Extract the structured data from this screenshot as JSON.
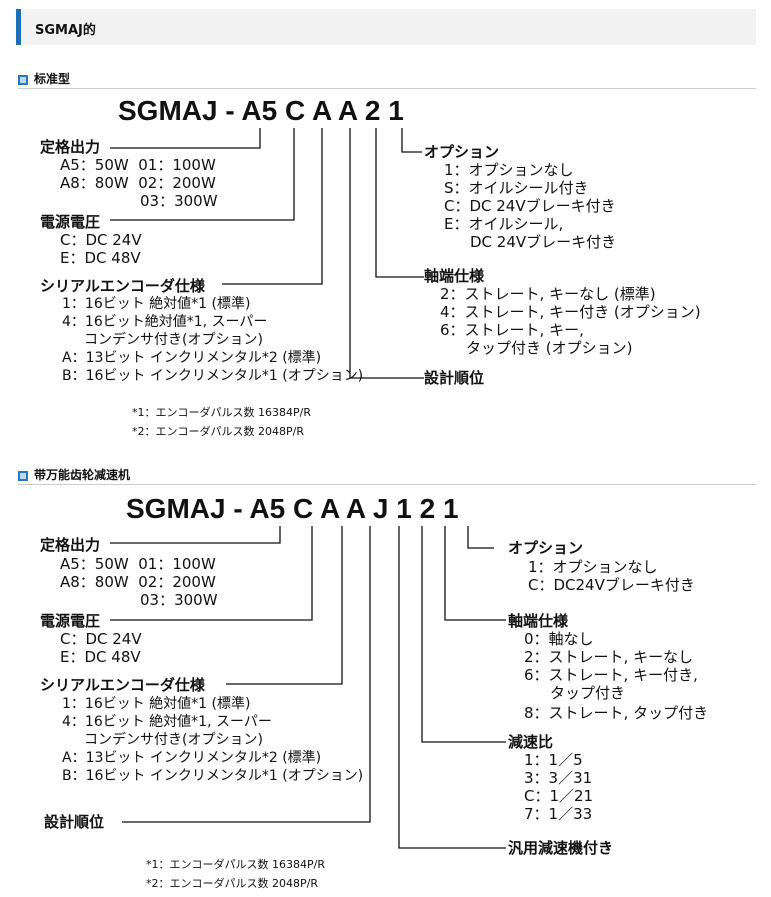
{
  "page": {
    "title": "SGMAJ的"
  },
  "standard": {
    "heading": "标准型",
    "model": [
      "SGMAJ - ",
      "A5",
      "C",
      "A",
      "A",
      "2",
      "1"
    ],
    "output_title": "定格出力",
    "output_lines": [
      "A5：50W  01：100W",
      "A8：80W  02：200W",
      "03：300W"
    ],
    "voltage_title": "電源電圧",
    "voltage_lines": [
      "C：DC 24V",
      "E：DC 48V"
    ],
    "encoder_title": "シリアルエンコーダ仕様",
    "encoder_lines": [
      "1：16ビット 絶対値*1 (標準)",
      "4：16ビット絶対値*1, スーパー",
      "コンデンサ付き(オプション)",
      "A：13ビット インクリメンタル*2 (標準)",
      "B：16ビット インクリメンタル*1 (オプション)"
    ],
    "option_title": "オプション",
    "option_lines": [
      "1：オプションなし",
      "S：オイルシール付き",
      "C：DC 24Vブレーキ付き",
      "E：オイルシール,",
      "DC 24Vブレーキ付き"
    ],
    "shaft_title": "軸端仕様",
    "shaft_lines": [
      "2：ストレート, キーなし (標準)",
      "4：ストレート, キー付き (オプション)",
      "6：ストレート, キー,",
      "タップ付き (オプション)"
    ],
    "design_title": "設計順位",
    "footnotes": [
      "*1：エンコーダパルス数 16384P/R",
      "*2：エンコーダパルス数 2048P/R"
    ]
  },
  "gear": {
    "heading": "带万能齿轮减速机",
    "model": [
      "SGMAJ - ",
      "A5",
      "C",
      "A",
      "A",
      "J",
      "1",
      "2",
      "1"
    ],
    "output_title": "定格出力",
    "output_lines": [
      "A5：50W  01：100W",
      "A8：80W  02：200W",
      "03：300W"
    ],
    "voltage_title": "電源電圧",
    "voltage_lines": [
      "C：DC 24V",
      "E：DC 48V"
    ],
    "encoder_title": "シリアルエンコーダ仕様",
    "encoder_lines": [
      "1：16ビット 絶対値*1 (標準)",
      "4：16ビット 絶対値*1, スーパー",
      "コンデンサ付き(オプション)",
      "A：13ビット インクリメンタル*2 (標準)",
      "B：16ビット インクリメンタル*1 (オプション)"
    ],
    "design_title": "設計順位",
    "option_title": "オプション",
    "option_lines": [
      "1：オプションなし",
      "C：DC24Vブレーキ付き"
    ],
    "shaft_title": "軸端仕様",
    "shaft_lines": [
      "0：軸なし",
      "2：ストレート, キーなし",
      "6：ストレート, キー付き,",
      "タップ付き",
      "8：ストレート, タップ付き"
    ],
    "ratio_title": "減速比",
    "ratio_lines": [
      "1：1／5",
      "3：3／31",
      "C：1／21",
      "7：1／33"
    ],
    "reducer_title": "汎用減速機付き",
    "footnotes": [
      "*1：エンコーダパルス数 16384P/R",
      "*2：エンコーダパルス数 2048P/R"
    ]
  },
  "colors": {
    "accent": "#1d6fb8",
    "header_bg": "#f2f2f2",
    "icon_fill": "#bcd8f2"
  }
}
